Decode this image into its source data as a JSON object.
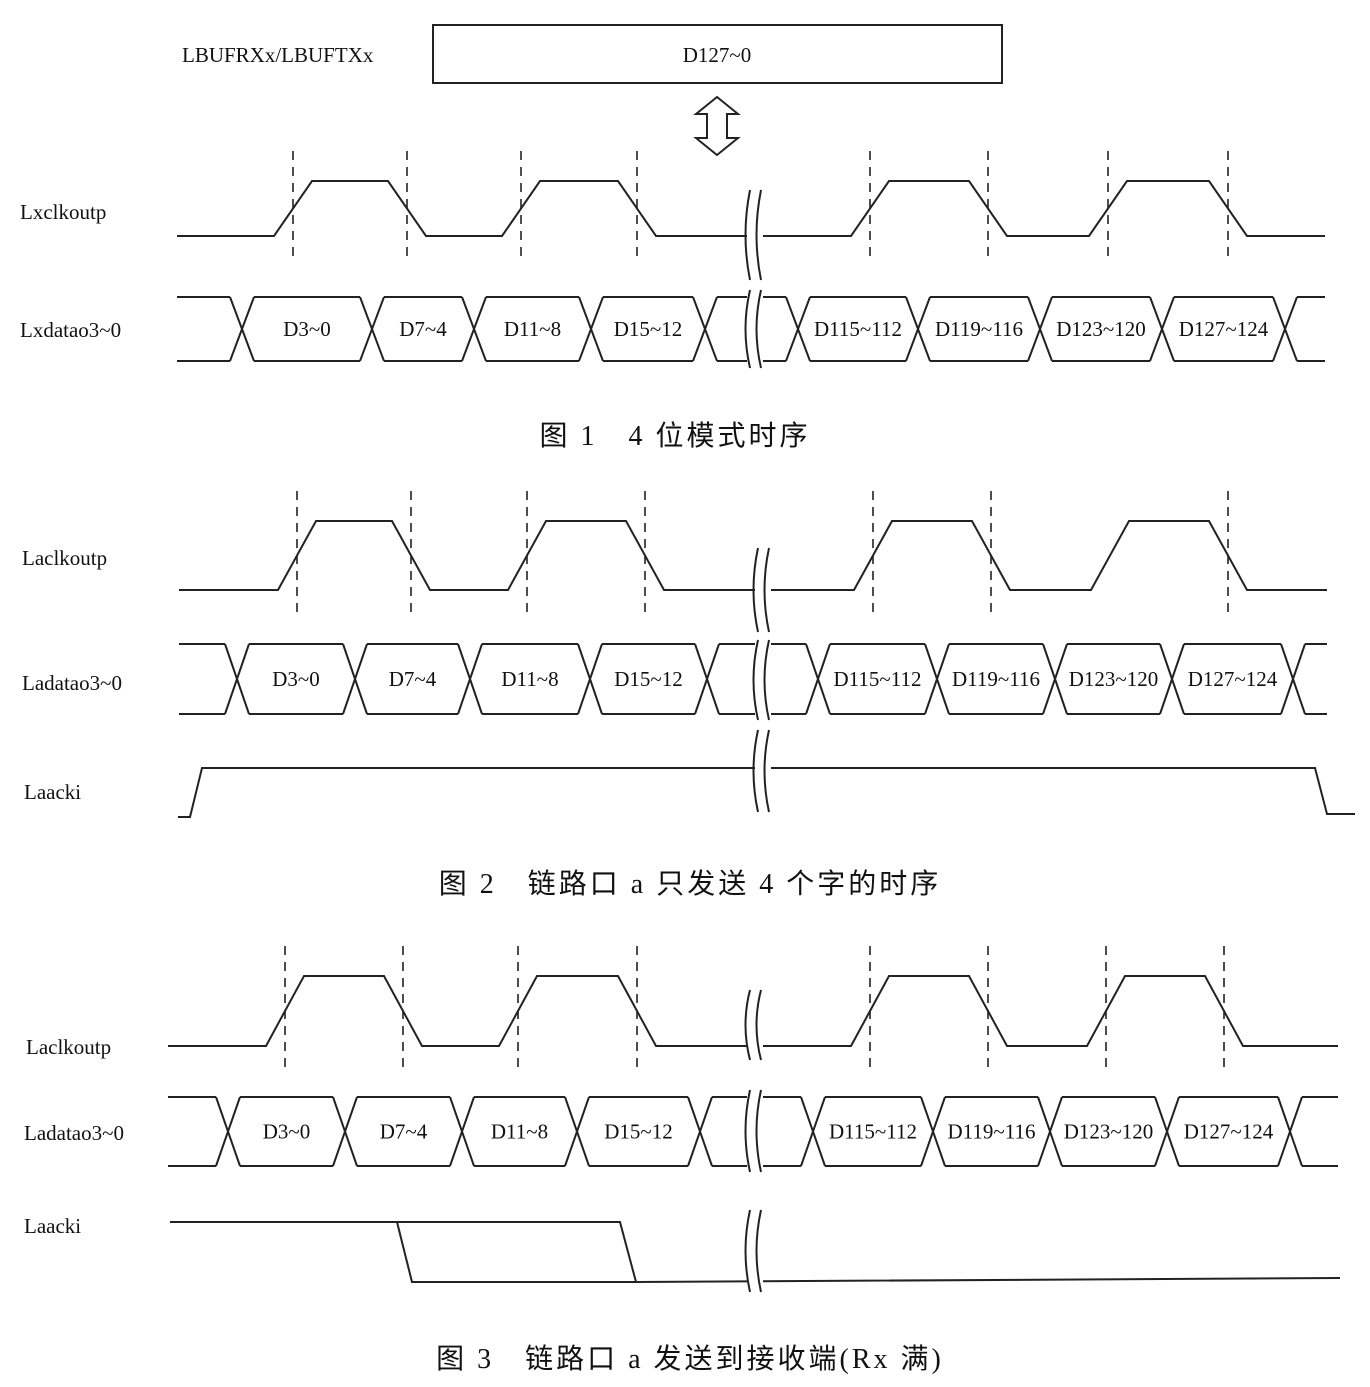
{
  "buffer": {
    "label": "LBUFRXx/LBUFTXx",
    "content": "D127~0"
  },
  "figures": [
    {
      "caption": "图 1　4 位模式时序",
      "signals": [
        {
          "name": "Lxclkoutp",
          "type": "clock"
        },
        {
          "name": "Lxdatao3~0",
          "type": "bus",
          "cells": [
            "D3~0",
            "D7~4",
            "D11~8",
            "D15~12",
            "",
            "D115~112",
            "D119~116",
            "D123~120",
            "D127~124"
          ]
        }
      ]
    },
    {
      "caption": "图 2　链路口 a 只发送 4 个字的时序",
      "signals": [
        {
          "name": "Laclkoutp",
          "type": "clock"
        },
        {
          "name": "Ladatao3~0",
          "type": "bus",
          "cells": [
            "D3~0",
            "D7~4",
            "D11~8",
            "D15~12",
            "",
            "D115~112",
            "D119~116",
            "D123~120",
            "D127~124"
          ]
        },
        {
          "name": "Laacki",
          "type": "level"
        }
      ]
    },
    {
      "caption": "图 3　链路口 a 发送到接收端(Rx 满)",
      "signals": [
        {
          "name": "Laclkoutp",
          "type": "clock"
        },
        {
          "name": "Ladatao3~0",
          "type": "bus",
          "cells": [
            "D3~0",
            "D7~4",
            "D11~8",
            "D15~12",
            "",
            "D115~112",
            "D119~116",
            "D123~120",
            "D127~124"
          ]
        },
        {
          "name": "Laacki",
          "type": "level"
        }
      ]
    }
  ]
}
